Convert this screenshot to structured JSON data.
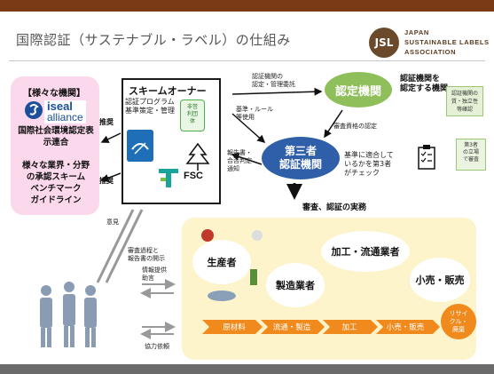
{
  "header": {
    "title": "国際認証（サステナブル・ラベル）の仕組み",
    "logo_mark": "JSL",
    "logo_text": "JAPAN\nSUSTAINABLE LABELS\nASSOCIATION"
  },
  "various_orgs": {
    "title": "【様々な機関】",
    "iseal_line1": "iseal",
    "iseal_line2": "alliance",
    "iseal_name": "国際社会環境認定表示連合",
    "industries": "様々な業界・分野\nの承認スキーム\nベンチマーク\nガイドライン"
  },
  "scheme_owner": {
    "title": "スキームオーナー",
    "subtitle": "認証プログラム\n基準策定・管理",
    "nonprofit": "非営\n利団\n体",
    "fsc": "FSC"
  },
  "recommend_labels": [
    "推奨",
    "推奨"
  ],
  "accreditation": {
    "oval": "認定機関",
    "side": "認証機関を\n認定する機関",
    "note": "認証機関の\n質・独立性\n等確認",
    "mgmt_text": "認証機関の\n認定・管理委託",
    "qualification": "審査資格の認定"
  },
  "third_party": {
    "oval": "第三者\n認証機関",
    "check": "基準に適合して\nいるかを第3者\nがチェック",
    "box": "第3者\nの立場\nで審査",
    "rules": "基準・ルール\n等使用",
    "report": "報告書・\n合否判定\n通知"
  },
  "audit_label": "審査、認証の実務",
  "left_flow": {
    "opinion": "意見",
    "disclosure": "審査過程と\n報告書の開示",
    "info": "情報提供\n助言",
    "coop": "協力依頼"
  },
  "actors": {
    "producer": "生産者",
    "processor": "加工・流通業者",
    "manufacturer": "製造業者",
    "retail": "小売・販売"
  },
  "chain_steps": [
    "原材料",
    "流通・製造",
    "加工",
    "小売・販売"
  ],
  "recycle": "リサイ\nクル・\n廃棄",
  "colors": {
    "accent_brown": "#7a3a16",
    "green": "#8fbf5a",
    "blue": "#2f5fa8",
    "orange": "#f08a1c",
    "pink": "#fbd8ec",
    "cream": "#fdf4cc"
  }
}
